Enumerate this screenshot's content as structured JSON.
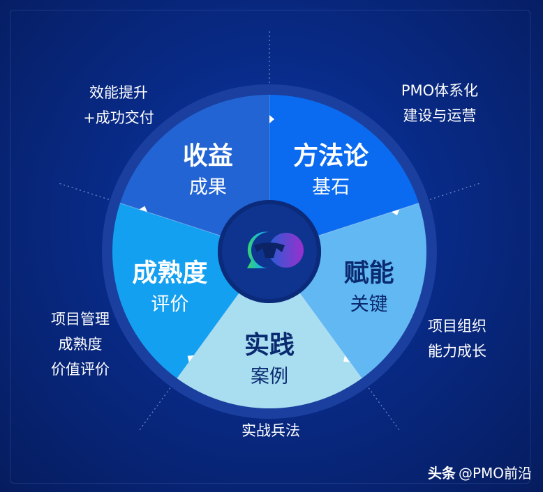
{
  "segments": [
    {
      "title": "方法论",
      "subtitle": "基石",
      "color": "#0a6bf0"
    },
    {
      "title": "赋能",
      "subtitle": "关键",
      "color": "#62b8f3"
    },
    {
      "title": "实践",
      "subtitle": "案例",
      "color": "#a9def0"
    },
    {
      "title": "成熟度",
      "subtitle": "评价",
      "color": "#14a0f0"
    },
    {
      "title": "收益",
      "subtitle": "成果",
      "color": "#2264d4"
    }
  ],
  "outer_labels": {
    "top_right": [
      "PMO体系化",
      "建设与运营"
    ],
    "right": [
      "项目组织",
      "能力成长"
    ],
    "bottom": [
      "实战兵法"
    ],
    "left": [
      "项目管理",
      "成熟度",
      "价值评价"
    ],
    "top_left": [
      "效能提升",
      "+成功交付"
    ]
  },
  "center_logo": {
    "icon": "pmo-logo-icon",
    "colors": [
      "#3fcf6a",
      "#1fb4d8",
      "#8a3bd8"
    ]
  },
  "watermark": {
    "brand": "头条",
    "handle": "@PMO前沿"
  }
}
